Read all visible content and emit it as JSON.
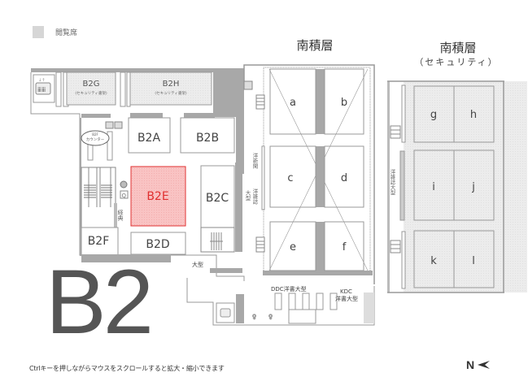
{
  "legend": {
    "label": "閲覧席",
    "swatch_color": "#d6d6d6"
  },
  "floor_label": "B2",
  "hint_text": "Ctrlキーを押しながらマウスをスクロールすると拡大・縮小できます",
  "north_indicator": {
    "label": "N",
    "icon": "north-arrow-icon"
  },
  "colors": {
    "wall": "#a8a8a8",
    "line": "#999999",
    "selected_fill": "#f9c3c3",
    "selected_stroke": "#e03030",
    "selected_text": "#e03030",
    "reading_area": "#ececec"
  },
  "south_stack": {
    "title": "南積層"
  },
  "south_stack_security": {
    "title": "南積層",
    "subtitle": "（セキュリティ）"
  },
  "rooms": {
    "b2g": {
      "label": "B2G",
      "note": "(セキュリティ書架)"
    },
    "b2h": {
      "label": "B2H",
      "note": "(セキュリティ書架)"
    },
    "b2a": {
      "label": "B2A"
    },
    "b2b": {
      "label": "B2B"
    },
    "b2e": {
      "label": "B2E",
      "selected": true
    },
    "b2c": {
      "label": "B2C"
    },
    "b2f": {
      "label": "B2F"
    },
    "b2d": {
      "label": "B2D"
    }
  },
  "counter": {
    "line1": "B2F",
    "line2": "カウンター"
  },
  "stack_blocks": [
    "a",
    "b",
    "c",
    "d",
    "e",
    "f"
  ],
  "security_blocks": [
    "g",
    "h",
    "i",
    "j",
    "k",
    "l"
  ],
  "area_labels": {
    "keiten": "経典",
    "yoshinbun": "洋新聞",
    "yozasshi": "洋雑誌",
    "ogata_side": "大型",
    "ogata_bottom": "大型",
    "ddc": "DDC洋書大型",
    "kdc_1": "KDC",
    "kdc_2": "洋書大型",
    "security_side": "洋雑誌大型"
  }
}
